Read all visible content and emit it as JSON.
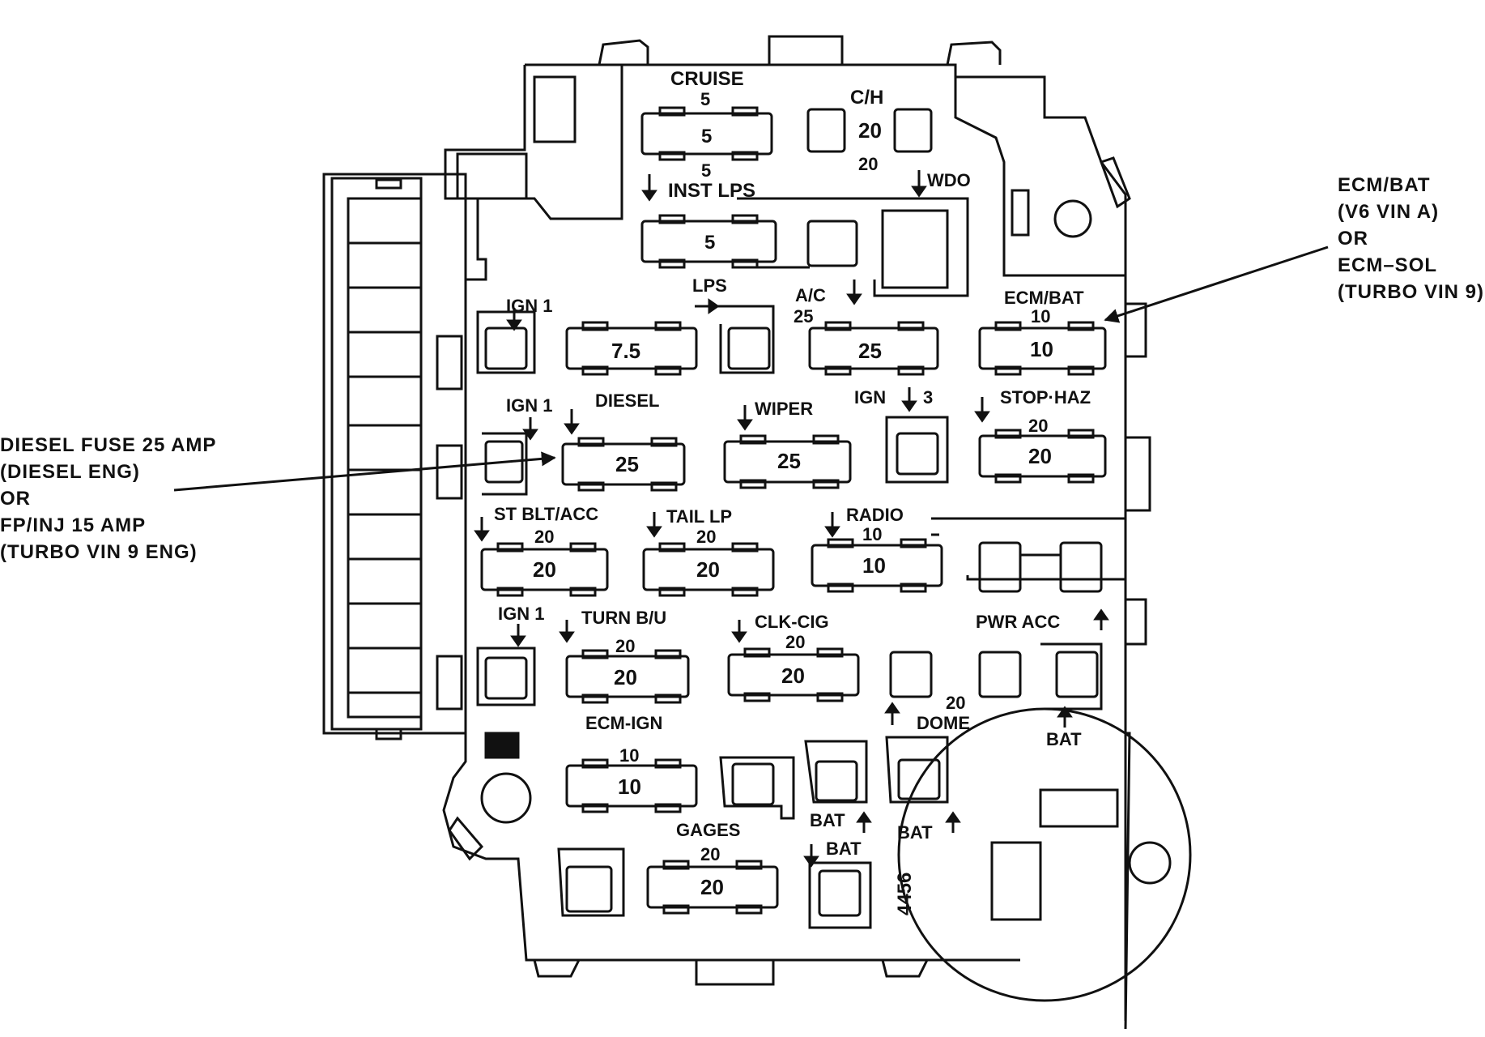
{
  "fuses": {
    "cruise_label": "CRUISE",
    "cruise_rating": "5",
    "cruise_value": "5",
    "ch_label": "C/H",
    "ch_value": "20",
    "ch_rating": "20",
    "inst_lps_rating": "5",
    "inst_lps_label": "INST LPS",
    "inst_lps_value": "5",
    "wdo_label": "WDO",
    "ign1_a_label": "IGN 1",
    "ign1_a_value": "7.5",
    "lps_label": "LPS",
    "ac_label": "A/C",
    "ac_rating": "25",
    "ac_value": "25",
    "ecm_bat_label": "ECM/BAT",
    "ecm_bat_rating": "10",
    "ecm_bat_value": "10",
    "ign1_b_label": "IGN 1",
    "diesel_label": "DIESEL",
    "diesel_value": "25",
    "wiper_label": "WIPER",
    "wiper_value": "25",
    "ign3_label_a": "IGN",
    "ign3_label_b": "3",
    "stop_haz_label": "STOP·HAZ",
    "stop_haz_rating": "20",
    "stop_haz_value": "20",
    "st_blt_label": "ST BLT/ACC",
    "st_blt_rating": "20",
    "st_blt_value": "20",
    "tail_lp_label": "TAIL  LP",
    "tail_lp_rating": "20",
    "tail_lp_value": "20",
    "radio_label": "RADIO",
    "radio_rating": "10",
    "radio_value": "10",
    "ign1_c_label": "IGN 1",
    "turn_bu_label": "TURN B/U",
    "turn_bu_rating": "20",
    "turn_bu_value": "20",
    "clk_cig_label": "CLK-CIG",
    "clk_cig_rating": "20",
    "clk_cig_value": "20",
    "pwr_acc_label": "PWR ACC",
    "dome_rating": "20",
    "dome_label": "DOME",
    "bat_right_label": "BAT",
    "ecm_ign_label": "ECM-IGN",
    "ecm_ign_rating": "10",
    "ecm_ign_value": "10",
    "bat_a_label": "BAT",
    "bat_b_label": "BAT",
    "gages_label": "GAGES",
    "gages_rating": "20",
    "gages_value": "20",
    "bat_c_label": "BAT",
    "figure_number": "4456"
  },
  "callouts": {
    "right": [
      "ECM/BAT",
      "(V6 VIN A)",
      "OR",
      "ECM–SOL",
      "(TURBO VIN 9)"
    ],
    "left": [
      "DIESEL FUSE 25 AMP",
      "(DIESEL ENG)",
      "OR",
      "FP/INJ 15 AMP",
      "(TURBO VIN 9 ENG)"
    ]
  },
  "colors": {
    "ink": "#111111",
    "paper": "#ffffff"
  }
}
